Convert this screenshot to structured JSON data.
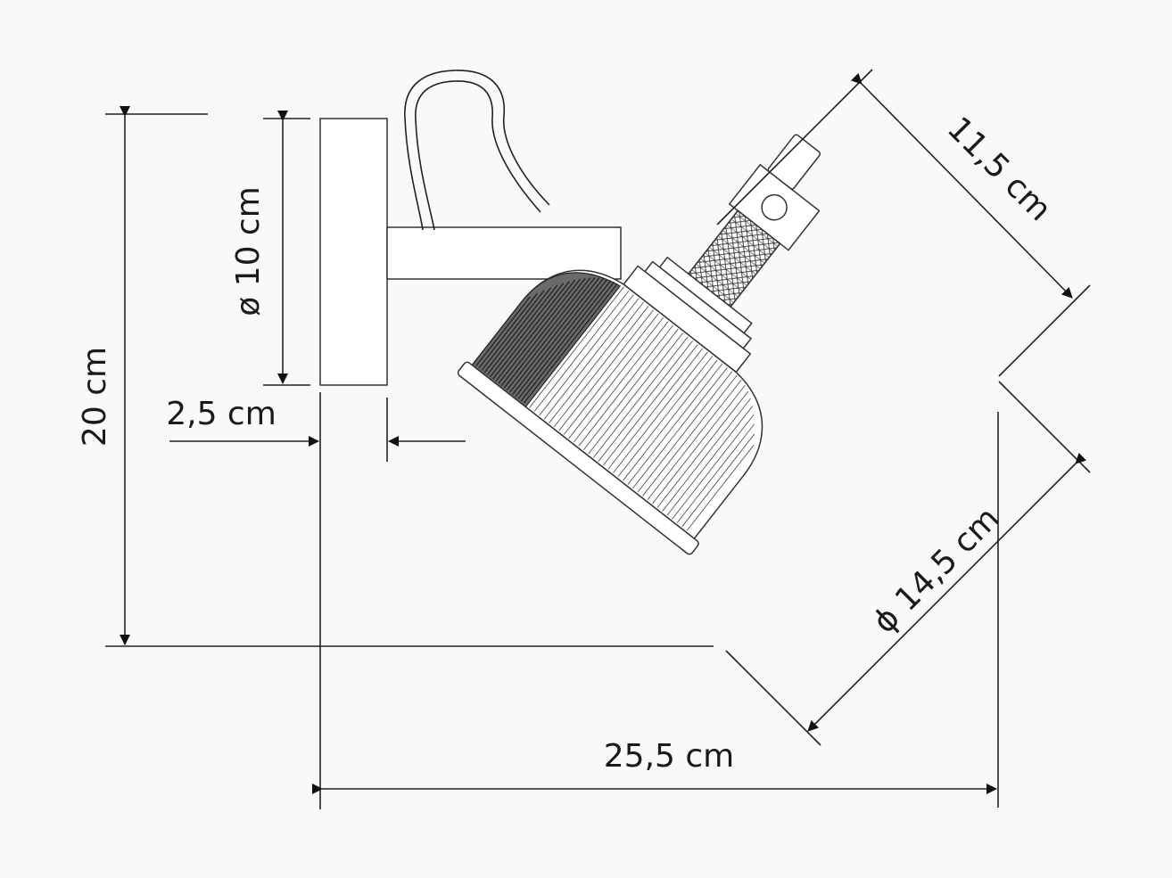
{
  "dimensions": {
    "height": "20 cm",
    "base_diameter": "ø 10 cm",
    "base_depth": "2,5 cm",
    "shade_length": "11,5 cm",
    "shade_diameter": "ϕ 14,5 cm",
    "total_projection": "25,5 cm"
  },
  "colors": {
    "line": "#222222",
    "background": "#f9f9f9",
    "shade_interior": "#5a5a5a"
  }
}
